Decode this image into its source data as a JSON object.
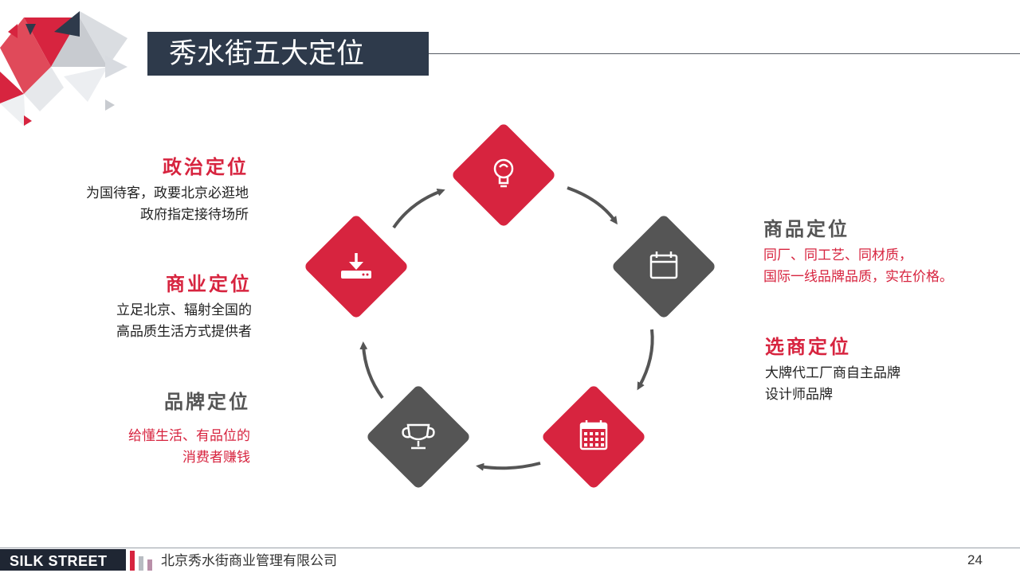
{
  "slide": {
    "title": "秀水街五大定位",
    "page_number": "24"
  },
  "colors": {
    "red": "#d7243f",
    "dark_gray": "#555555",
    "navy": "#2e3a4b"
  },
  "left_items": [
    {
      "heading": "政治定位",
      "lines": [
        "为国待客，政要北京必逛地",
        "政府指定接待场所"
      ]
    },
    {
      "heading": "商业定位",
      "lines": [
        "立足北京、辐射全国的",
        "高品质生活方式提供者"
      ]
    },
    {
      "heading": "品牌定位",
      "lines": [
        "给懂生活、有品位的",
        "消费者赚钱"
      ]
    }
  ],
  "right_items": [
    {
      "heading": "商品定位",
      "lines": [
        "同厂、同工艺、同材质，",
        "国际一线品牌品质，实在价格。"
      ]
    },
    {
      "heading": "选商定位",
      "lines": [
        "大牌代工厂商自主品牌",
        "设计师品牌"
      ]
    }
  ],
  "cycle_icons": [
    {
      "name": "lightbulb-icon",
      "color": "red"
    },
    {
      "name": "calendar-icon",
      "color": "dark_gray"
    },
    {
      "name": "calendar-grid-icon",
      "color": "red"
    },
    {
      "name": "trophy-icon",
      "color": "dark_gray"
    },
    {
      "name": "download-icon",
      "color": "red"
    }
  ],
  "footer": {
    "brand": "SILK STREET",
    "company": "北京秀水街商业管理有限公司"
  }
}
